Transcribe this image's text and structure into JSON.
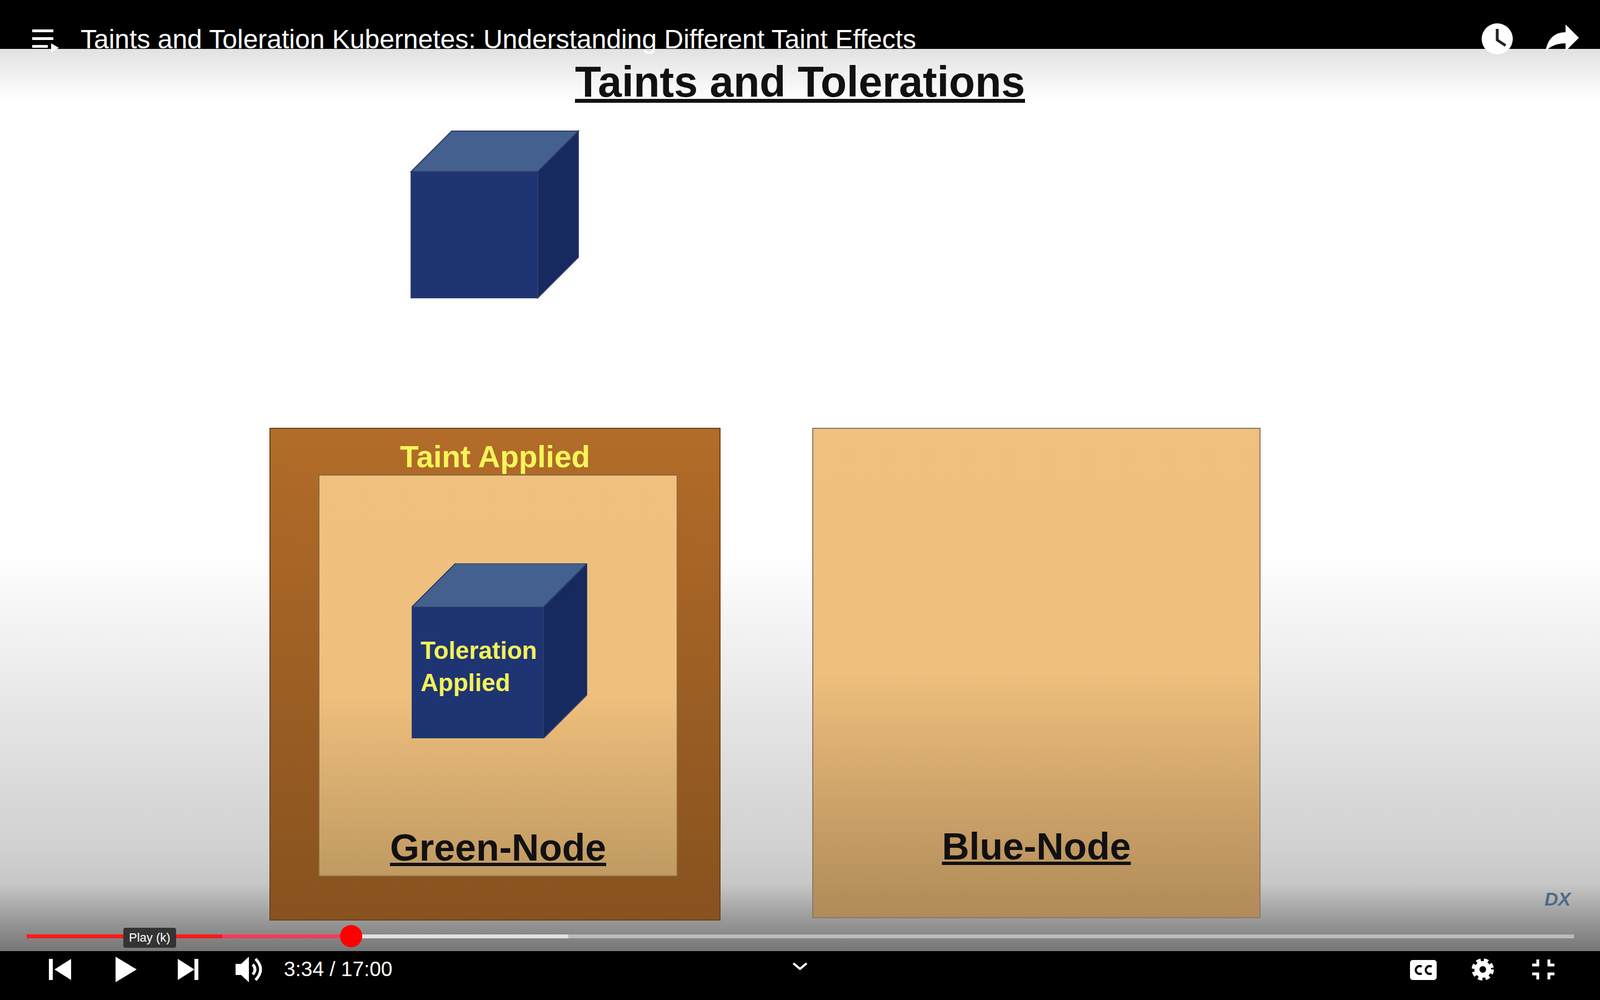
{
  "diagram": {
    "title": "Taints and Tolerations",
    "nodes": [
      {
        "text": [
          "Taint Applied"
        ]
      },
      {
        "text": [
          "Green-Node"
        ],
        "in": 0
      },
      {
        "text": [
          "Toleration Applied"
        ],
        "in": 1
      },
      {
        "text": [
          "Blue-Node"
        ]
      }
    ],
    "labels": [
      "Taints and Toleration Kubernetes: Understanding Different Taint Effects",
      "Play (k)",
      "3:34 / 17:00",
      "DX"
    ]
  }
}
